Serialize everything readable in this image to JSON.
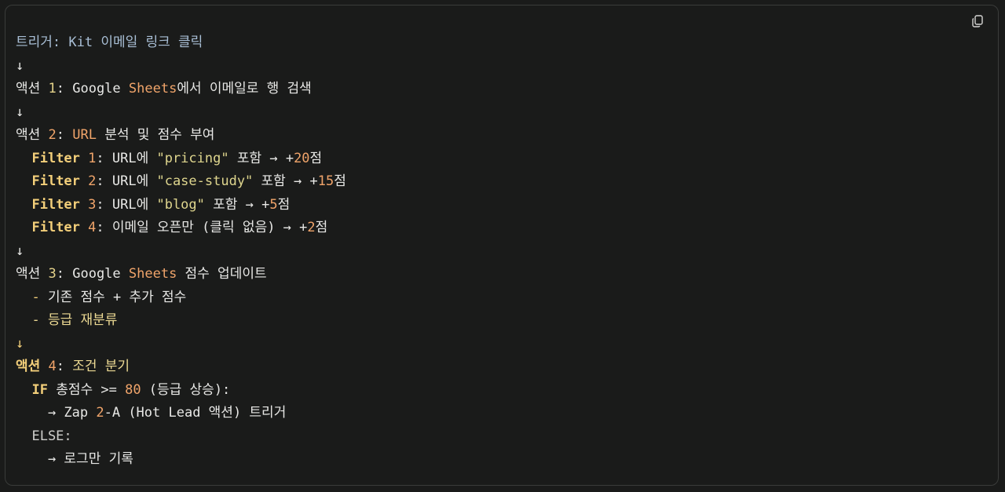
{
  "copy_button": {
    "icon": "copy-icon"
  },
  "lines": [
    [
      {
        "t": "트리거: Kit 이메일 링크 클릭",
        "c": "c-cmt"
      }
    ],
    [
      {
        "t": "↓",
        "c": "c-plain"
      }
    ],
    [
      {
        "t": "액션 ",
        "c": "c-plain"
      },
      {
        "t": "1",
        "c": "c-num-y"
      },
      {
        "t": ": Google ",
        "c": "c-plain"
      },
      {
        "t": "Sheets",
        "c": "c-orange"
      },
      {
        "t": "에서 이메일로 행 검색",
        "c": "c-plain"
      }
    ],
    [
      {
        "t": "↓",
        "c": "c-plain"
      }
    ],
    [
      {
        "t": "액션 ",
        "c": "c-plain"
      },
      {
        "t": "2",
        "c": "c-num"
      },
      {
        "t": ": ",
        "c": "c-plain"
      },
      {
        "t": "URL",
        "c": "c-orange"
      },
      {
        "t": " 분석 및 점수 부여",
        "c": "c-plain"
      }
    ],
    [
      {
        "t": "  ",
        "c": "c-plain"
      },
      {
        "t": "Filter",
        "c": "c-kw"
      },
      {
        "t": " ",
        "c": "c-plain"
      },
      {
        "t": "1",
        "c": "c-num"
      },
      {
        "t": ": URL에 ",
        "c": "c-plain"
      },
      {
        "t": "\"pricing\"",
        "c": "c-str"
      },
      {
        "t": " 포함 → +",
        "c": "c-plain"
      },
      {
        "t": "20",
        "c": "c-num"
      },
      {
        "t": "점",
        "c": "c-plain"
      }
    ],
    [
      {
        "t": "  ",
        "c": "c-plain"
      },
      {
        "t": "Filter",
        "c": "c-kw"
      },
      {
        "t": " ",
        "c": "c-plain"
      },
      {
        "t": "2",
        "c": "c-num"
      },
      {
        "t": ": URL에 ",
        "c": "c-plain"
      },
      {
        "t": "\"case-study\"",
        "c": "c-str"
      },
      {
        "t": " 포함 → +",
        "c": "c-plain"
      },
      {
        "t": "15",
        "c": "c-num"
      },
      {
        "t": "점",
        "c": "c-plain"
      }
    ],
    [
      {
        "t": "  ",
        "c": "c-plain"
      },
      {
        "t": "Filter",
        "c": "c-kw"
      },
      {
        "t": " ",
        "c": "c-plain"
      },
      {
        "t": "3",
        "c": "c-num"
      },
      {
        "t": ": URL에 ",
        "c": "c-plain"
      },
      {
        "t": "\"blog\"",
        "c": "c-str"
      },
      {
        "t": " 포함 → +",
        "c": "c-plain"
      },
      {
        "t": "5",
        "c": "c-num"
      },
      {
        "t": "점",
        "c": "c-plain"
      }
    ],
    [
      {
        "t": "  ",
        "c": "c-plain"
      },
      {
        "t": "Filter",
        "c": "c-kw"
      },
      {
        "t": " ",
        "c": "c-plain"
      },
      {
        "t": "4",
        "c": "c-num"
      },
      {
        "t": ": 이메일 오픈만 (클릭 없음) → +",
        "c": "c-plain"
      },
      {
        "t": "2",
        "c": "c-num"
      },
      {
        "t": "점",
        "c": "c-plain"
      }
    ],
    [
      {
        "t": "↓",
        "c": "c-plain"
      }
    ],
    [
      {
        "t": "액션 ",
        "c": "c-plain"
      },
      {
        "t": "3",
        "c": "c-num-y"
      },
      {
        "t": ": Google ",
        "c": "c-plain"
      },
      {
        "t": "Sheets",
        "c": "c-orange"
      },
      {
        "t": " 점수 업데이트",
        "c": "c-plain"
      }
    ],
    [
      {
        "t": "  ",
        "c": "c-plain"
      },
      {
        "t": "-",
        "c": "c-gold"
      },
      {
        "t": " 기존 점수 + 추가 점수",
        "c": "c-plain"
      }
    ],
    [
      {
        "t": "  ",
        "c": "c-plain"
      },
      {
        "t": "- 등급 재분류",
        "c": "c-yel"
      }
    ],
    [
      {
        "t": "↓",
        "c": "c-gold"
      }
    ],
    [
      {
        "t": "액션",
        "c": "c-kw"
      },
      {
        "t": " ",
        "c": "c-plain"
      },
      {
        "t": "4",
        "c": "c-num"
      },
      {
        "t": ": ",
        "c": "c-plain"
      },
      {
        "t": "조건 분기",
        "c": "c-yel"
      }
    ],
    [
      {
        "t": "  ",
        "c": "c-plain"
      },
      {
        "t": "IF",
        "c": "c-kw"
      },
      {
        "t": " 총점수 >= ",
        "c": "c-plain"
      },
      {
        "t": "80",
        "c": "c-num"
      },
      {
        "t": " (등급 상승):",
        "c": "c-plain"
      }
    ],
    [
      {
        "t": "    → Zap ",
        "c": "c-plain"
      },
      {
        "t": "2",
        "c": "c-num"
      },
      {
        "t": "-A (Hot Lead 액션) 트리거",
        "c": "c-plain"
      }
    ],
    [
      {
        "t": "  ELSE:",
        "c": "c-dim"
      }
    ],
    [
      {
        "t": "    → 로그만 기록",
        "c": "c-plain"
      }
    ]
  ]
}
